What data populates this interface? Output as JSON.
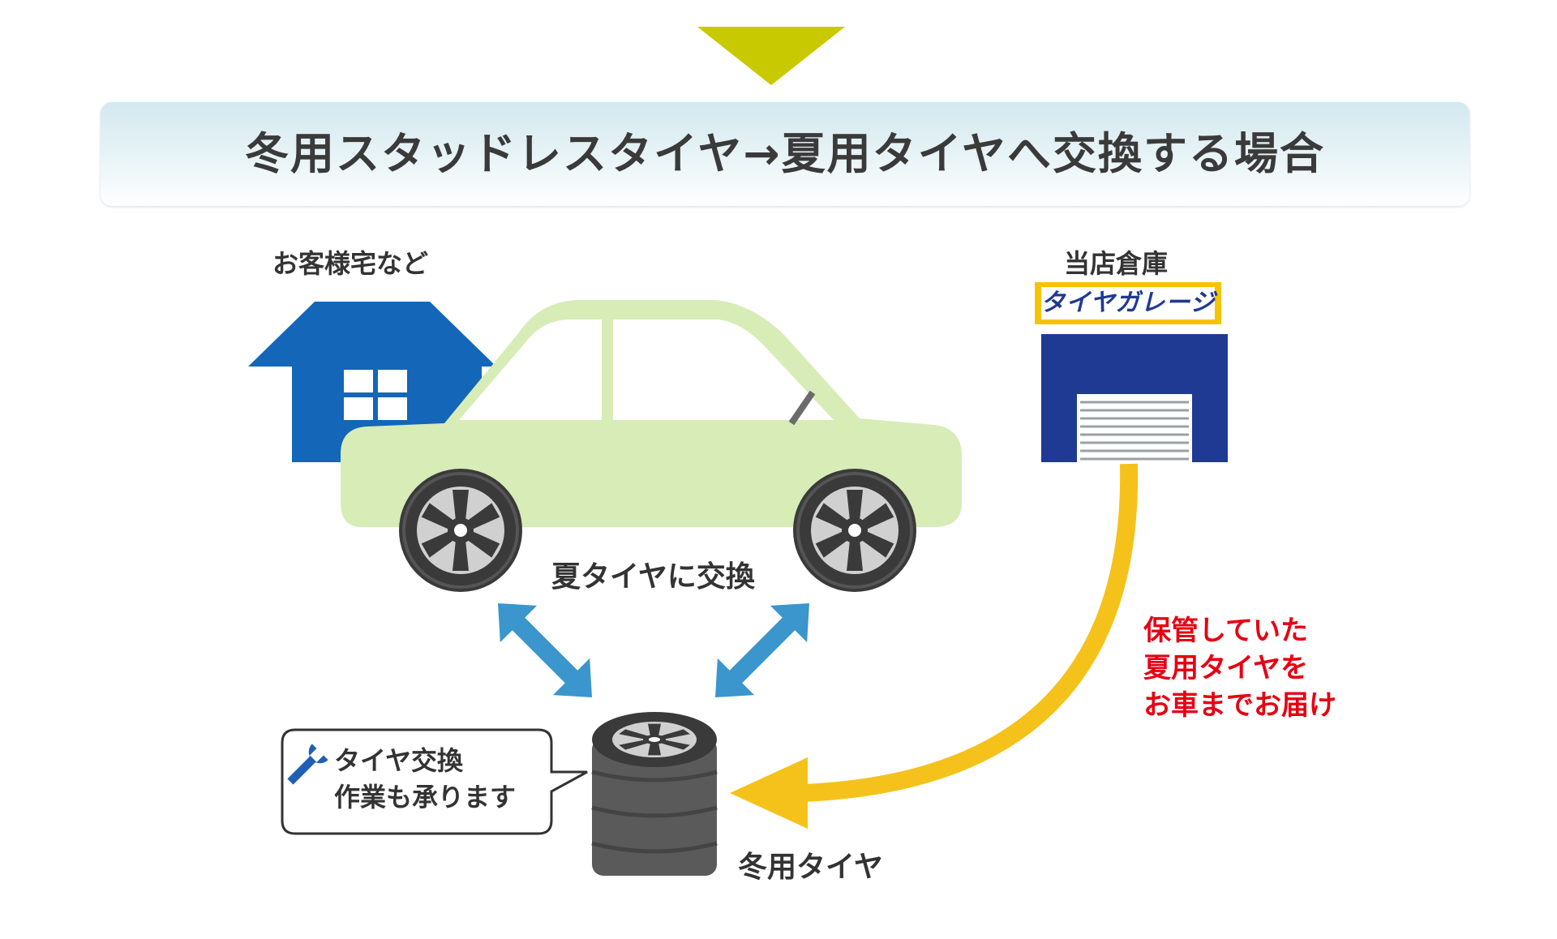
{
  "title": "冬用スタッドレスタイヤ→夏用タイヤへ交換する場合",
  "labels": {
    "customer_home": "お客様宅など",
    "warehouse": "当店倉庫",
    "swap_to_summer": "夏タイヤに交換",
    "winter_tires": "冬用タイヤ"
  },
  "brand_name": "タイヤガレージ",
  "delivery_note": [
    "保管していた",
    "夏用タイヤを",
    "お車までお届け"
  ],
  "service_bubble": [
    "タイヤ交換",
    "作業も承ります"
  ],
  "icons": [
    "down-triangle-icon",
    "house-icon",
    "car-icon",
    "warehouse-icon",
    "shutter-icon",
    "wrench-icon",
    "tire-stack-icon",
    "double-arrow-icon",
    "curved-arrow-icon"
  ],
  "colors": {
    "house": "#1366b8",
    "car_body": "#d8ecb8",
    "warehouse": "#1f3a93",
    "brand_bar": "#f5c400",
    "delivery_arrow": "#f5c21b",
    "swap_arrows": "#3a96cc",
    "note_text": "#e60012",
    "top_arrow": "#c9c900"
  }
}
